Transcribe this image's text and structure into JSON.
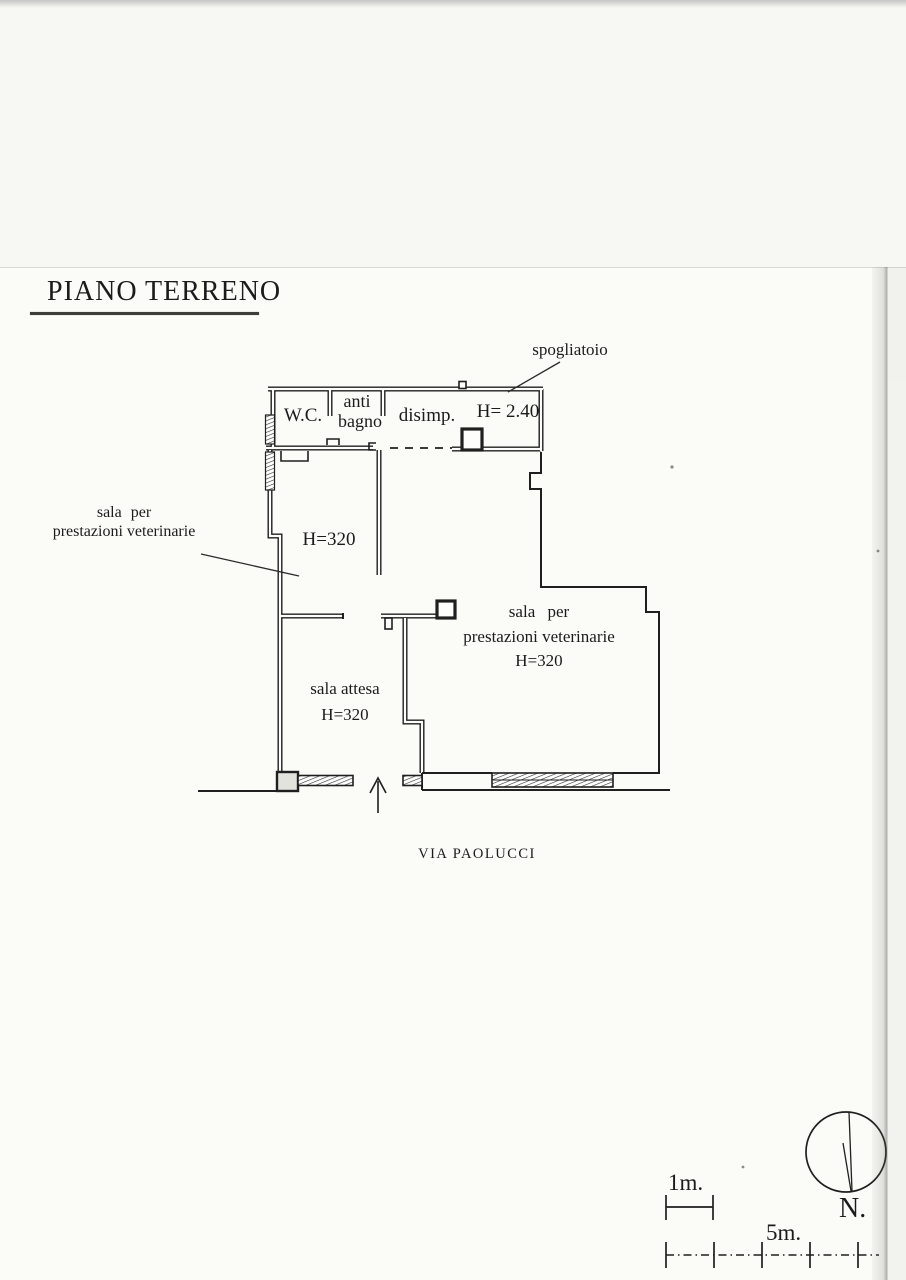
{
  "document": {
    "title": "PIANO TERRENO",
    "street_label": "VIA PAOLUCCI"
  },
  "rooms": {
    "wc": "W.C.",
    "anti_bagno_line1": "anti",
    "anti_bagno_line2": "bagno",
    "disimp": "disimp.",
    "spogliatoio": "spogliatoio",
    "spogliatoio_height": "H= 2.40",
    "left_room_height": "H=320",
    "vet_label_outside_line1": "sala per",
    "vet_label_outside_line2": "prestazioni veterinarie",
    "vet_room_line1": "sala per",
    "vet_room_line2": "prestazioni veterinarie",
    "vet_room_height": "H=320",
    "sala_attesa": "sala attesa",
    "sala_attesa_height": "H=320"
  },
  "scale_bars": {
    "one_meter": "1m.",
    "five_meters": "5m."
  },
  "compass": {
    "north": "N."
  },
  "colors": {
    "ink": "#1f1f1f",
    "paper": "#fbfbf8"
  }
}
